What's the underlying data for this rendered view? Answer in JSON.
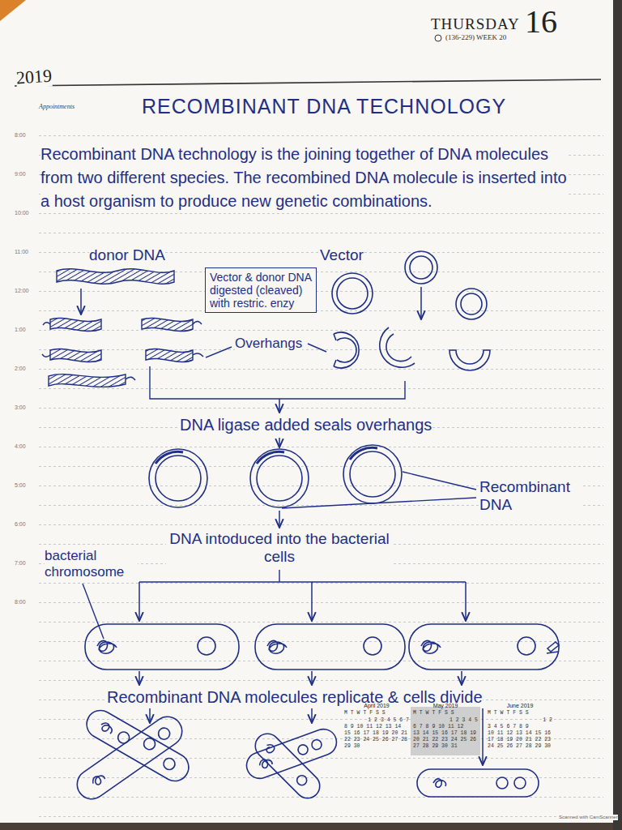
{
  "diagram": {
    "title": "RECOMBINANT DNA TECHNOLOGY",
    "nodes": [
      {
        "text": [
          "Vector & donor DNA digested (cleaved) with restric. enzy"
        ]
      }
    ],
    "labels": [
      "THURSDAY",
      "(136-229) WEEK 20",
      "16",
      "2019",
      "Appointments",
      "8:00",
      "9:00",
      "10:00",
      "11:00",
      "12:00",
      "1:00",
      "2:00",
      "3:00",
      "4:00",
      "5:00",
      "6:00",
      "7:00",
      "8:00",
      "Recombinant DNA technology is the joining together of DNA molecules from two different species. The recombined DNA molecule is inserted into a host organism to produce new genetic combinations.",
      "donor DNA",
      "Vector",
      "Overhangs",
      "DNA ligase added seals overhangs",
      "Recombinant DNA",
      "DNA intoduced into the bacterial cells",
      "bacterial chromosome",
      "Recombinant DNA molecules replicate & cells divide",
      "April 2019",
      "M T W T F S S",
      "1 2 3 4 5 6 7",
      "8 9 10 11 12 13 14",
      "15 16 17 18 19 20 21",
      "22 23 24 25 26 27 28",
      "29 30",
      "May 2019",
      "M T W T F S S",
      "1 2 3 4 5",
      "6 7 8 9 10 11 12",
      "13 14 15 16 17 18 19",
      "20 21 22 23 24 25 26",
      "27 28 29 30 31",
      "June 2019",
      "M T W T F S S",
      "1 2",
      "3 4 5 6 7 8 9",
      "10 11 12 13 14 15 16",
      "17 18 19 20 21 22 23",
      "24 25 26 27 28 29 30",
      "Scanned with CamScanner"
    ]
  }
}
